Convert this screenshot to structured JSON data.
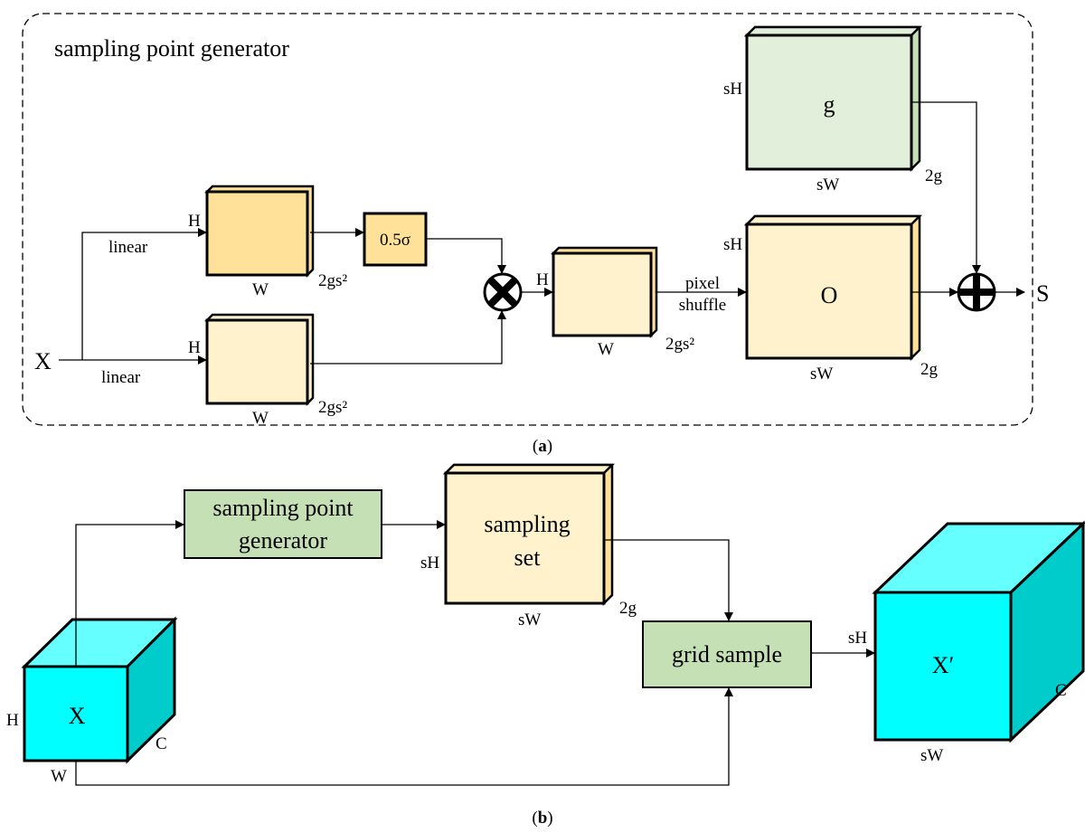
{
  "panel_a": {
    "title": "sampling point generator",
    "caption_open": "(",
    "caption_letter": "a",
    "caption_close": ")",
    "input": "X",
    "linear_top": "linear",
    "linear_bottom": "linear",
    "box1": {
      "h": "H",
      "w": "W",
      "c": "2gs²"
    },
    "box2": {
      "h": "H",
      "w": "W",
      "c": "2gs²"
    },
    "sigma": "0.5σ",
    "box3": {
      "h": "H",
      "w": "W",
      "c": "2gs²"
    },
    "pixel_shuffle_1": "pixel",
    "pixel_shuffle_2": "shuffle",
    "g_box": {
      "label": "g",
      "h": "sH",
      "w": "sW",
      "c": "2g"
    },
    "o_box": {
      "label": "O",
      "h": "sH",
      "w": "sW",
      "c": "2g"
    },
    "output": "S"
  },
  "panel_b": {
    "caption_open": "(",
    "caption_letter": "b",
    "caption_close": ")",
    "generator_1": "sampling point",
    "generator_2": "generator",
    "set_1": "sampling",
    "set_2": "set",
    "set_dims": {
      "h": "sH",
      "w": "sW",
      "c": "2g"
    },
    "grid_sample": "grid sample",
    "x_cube": {
      "label": "X",
      "h": "H",
      "w": "W",
      "c": "C"
    },
    "xp_cube": {
      "label": "X′",
      "h": "sH",
      "w": "sW",
      "c": "C"
    }
  },
  "colors": {
    "orange_dark": "#FFE199",
    "orange_light": "#FFF2CC",
    "green_light": "#E2EFDA",
    "green": "#C5E0B4",
    "cyan": "#00FFFF",
    "cyan_top": "#66FFFF",
    "cyan_side": "#00CCCC"
  }
}
